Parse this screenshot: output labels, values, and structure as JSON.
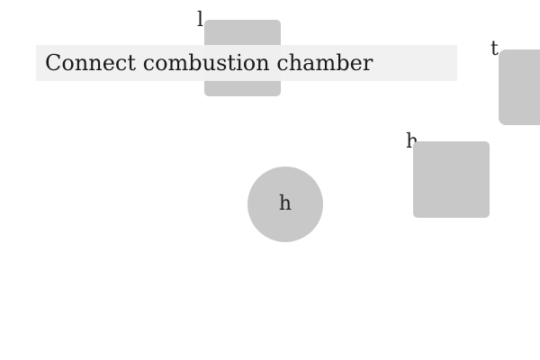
{
  "instruction": {
    "text": "Connect combustion chamber"
  },
  "pieces": [
    {
      "id": "piece-l",
      "label": "l",
      "shape": "square"
    },
    {
      "id": "piece-t",
      "label": "t",
      "shape": "square"
    },
    {
      "id": "piece-h-square",
      "label": "h",
      "shape": "square"
    },
    {
      "id": "piece-h-circle",
      "label": "h",
      "shape": "circle"
    }
  ],
  "colors": {
    "piece_fill": "#c8c8c8",
    "banner_background": "#f0f0f0",
    "text": "#222222",
    "canvas_background": "#ffffff"
  }
}
